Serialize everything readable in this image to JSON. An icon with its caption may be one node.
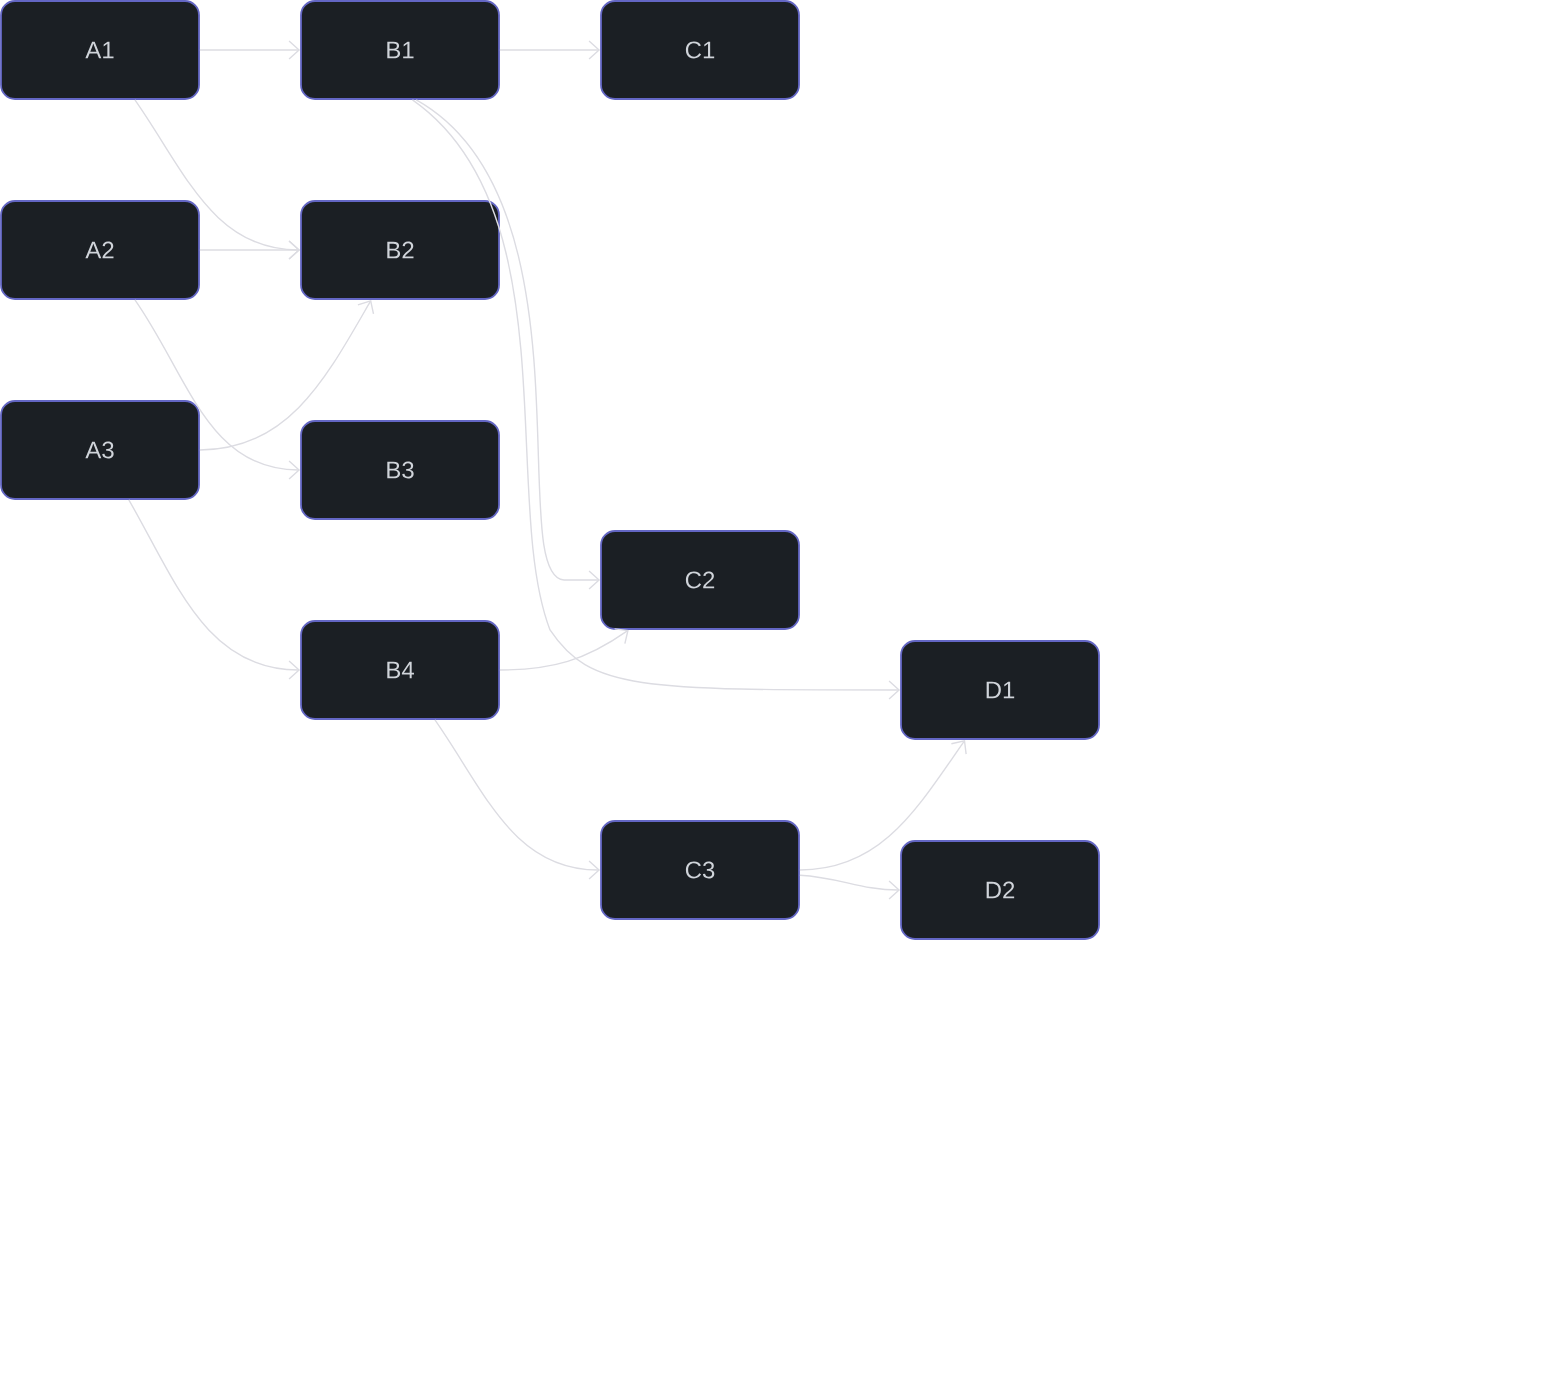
{
  "diagram": {
    "nodes": [
      {
        "text": [
          "A1"
        ]
      },
      {
        "text": [
          "A2"
        ]
      },
      {
        "text": [
          "A3"
        ]
      },
      {
        "text": [
          "B1"
        ]
      },
      {
        "text": [
          "B2"
        ]
      },
      {
        "text": [
          "B3"
        ]
      },
      {
        "text": [
          "B4"
        ]
      },
      {
        "text": [
          "C1"
        ]
      },
      {
        "text": [
          "C2"
        ]
      },
      {
        "text": [
          "C3"
        ]
      },
      {
        "text": [
          "D1"
        ]
      },
      {
        "text": [
          "D2"
        ]
      }
    ],
    "edges": [
      {
        "from": 0,
        "to": 3,
        "arrow": "to"
      },
      {
        "from": 0,
        "to": 4,
        "arrow": "to"
      },
      {
        "from": 1,
        "to": 4,
        "arrow": "to"
      },
      {
        "from": 1,
        "to": 5,
        "arrow": "to"
      },
      {
        "from": 2,
        "to": 4,
        "arrow": "to"
      },
      {
        "from": 2,
        "to": 6,
        "arrow": "to"
      },
      {
        "from": 3,
        "to": 7,
        "arrow": "to"
      },
      {
        "from": 3,
        "to": 8,
        "arrow": "to"
      },
      {
        "from": 3,
        "to": 10,
        "arrow": "to"
      },
      {
        "from": 6,
        "to": 8,
        "arrow": "to"
      },
      {
        "from": 6,
        "to": 9,
        "arrow": "to"
      },
      {
        "from": 9,
        "to": 10,
        "arrow": "to"
      },
      {
        "from": 9,
        "to": 11,
        "arrow": "to"
      }
    ]
  }
}
